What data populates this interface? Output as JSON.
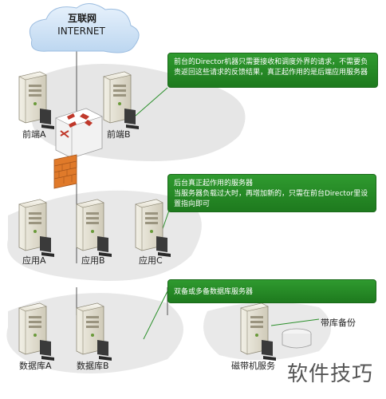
{
  "cloud": {
    "line1": "互联网",
    "line2": "INTERNET"
  },
  "labels": {
    "frontA": "前端A",
    "frontB": "前端B",
    "appA": "应用A",
    "appB": "应用B",
    "appC": "应用C",
    "dbA": "数据库A",
    "dbB": "数据库B",
    "tapeServer": "磁带机服务",
    "tapeBackup": "带库备份"
  },
  "notes": {
    "director": "前台的Director机器只需要接收和调度外界的请求，不需要负责返回这些请求的反馈结果，真正起作用的是后端应用服务器",
    "backend_line1": "后台真正起作用的服务器",
    "backend_line2": "当服务器负载过大时，再增加新的，只需在前台Director里设置指向即可",
    "db": "双备或多备数据库服务器"
  },
  "watermark": "软件技巧",
  "colors": {
    "note_green": "#2a8f2a",
    "cloud_blue": "#cfe3f7",
    "shadow_gray": "#d9d9d9",
    "firewall_orange": "#e07a2a",
    "switch_red": "#c0392b"
  }
}
